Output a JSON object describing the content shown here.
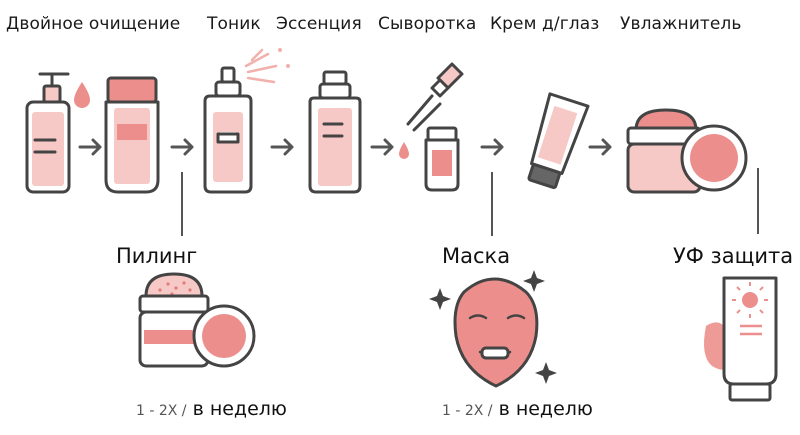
{
  "steps": [
    {
      "label": "Двойное очищение",
      "icon": "pump-bottle-icon"
    },
    {
      "label": "Тоник",
      "icon": "tube-icon"
    },
    {
      "label": "Эссенция",
      "icon": "spray-bottle-icon"
    },
    {
      "label": "Сыворотка",
      "icon": "dropper-bottle-icon"
    },
    {
      "label": "Крем д/глаз",
      "icon": "eye-cream-tube-icon"
    },
    {
      "label": "Увлажнитель",
      "icon": "cream-jar-icon"
    }
  ],
  "extras": [
    {
      "label": "Пилинг",
      "freq_prefix": "1 - 2X /",
      "freq_text": "в неделю",
      "icon": "scrub-jar-icon"
    },
    {
      "label": "Маска",
      "freq_prefix": "1 - 2X /",
      "freq_text": "в неделю",
      "icon": "sheet-mask-icon"
    },
    {
      "label": "УФ защита",
      "icon": "sunscreen-tube-icon"
    }
  ],
  "colors": {
    "accent": "#ec8f8c",
    "accent_light": "#f7c9c6",
    "ink": "#444444"
  }
}
